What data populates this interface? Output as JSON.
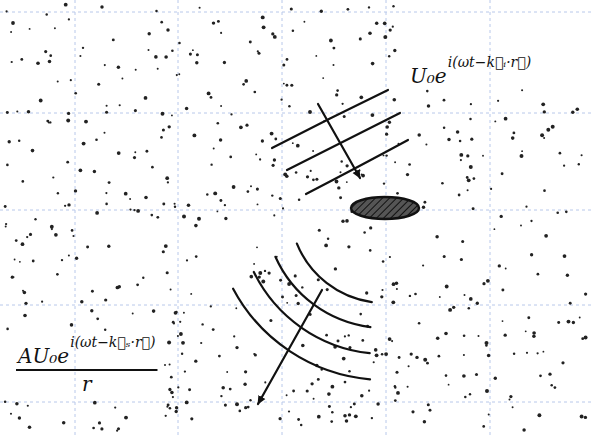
{
  "diagram": {
    "labels": [
      "U₀e",
      "i(ωt−k⃗ᵢ·r⃗)",
      "AU₀e",
      "i(ωt−k⃗ₛ·r⃗)",
      "r"
    ]
  }
}
